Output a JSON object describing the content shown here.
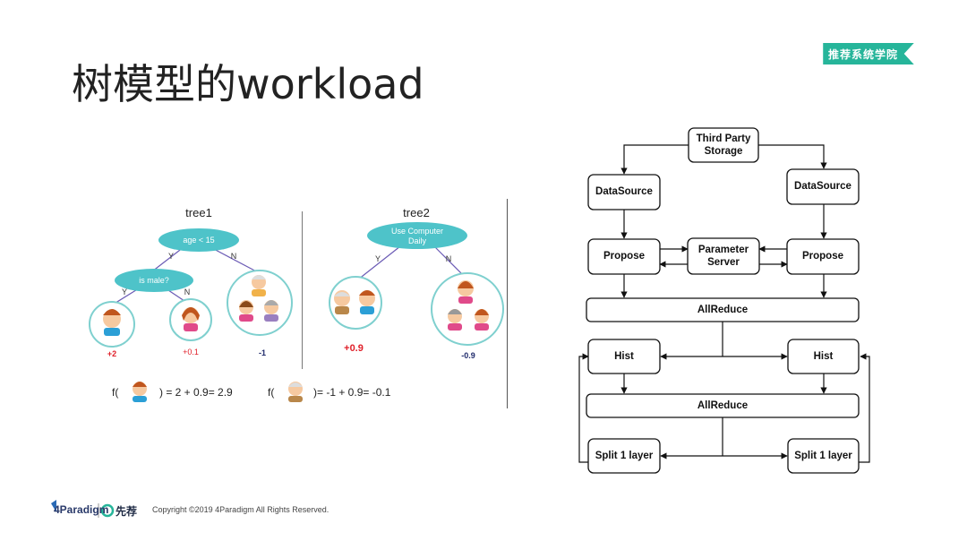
{
  "slide": {
    "title": "树模型的workload",
    "badge": "推荐系统学院"
  },
  "trees": {
    "tree1": {
      "title": "tree1",
      "root": "age < 15",
      "child": "is male?",
      "yes": "Y",
      "no": "N",
      "leaf_values": [
        "+2",
        "+0.1",
        "-1"
      ]
    },
    "tree2": {
      "title": "tree2",
      "root_line1": "Use Computer",
      "root_line2": "Daily",
      "yes": "Y",
      "no": "N",
      "leaf_values": [
        "+0.9",
        "-0.9"
      ]
    },
    "formulas": {
      "f1_prefix": "f(",
      "f1_result": ") = 2 + 0.9= 2.9",
      "f2_prefix": "f(",
      "f2_result": ")= -1 + 0.9= -0.1"
    }
  },
  "flow": {
    "storage_line1": "Third Party",
    "storage_line2": "Storage",
    "datasource_left": "DataSource",
    "datasource_right": "DataSource",
    "propose_left": "Propose",
    "propose_right": "Propose",
    "ps_line1": "Parameter",
    "ps_line2": "Server",
    "allreduce1": "AllReduce",
    "hist_left": "Hist",
    "hist_right": "Hist",
    "allreduce2": "AllReduce",
    "split_left": "Split 1 layer",
    "split_right": "Split 1 layer"
  },
  "footer": {
    "logo1": "4Paradigm",
    "logo2": "先荐",
    "copyright": "Copyright ©2019 4Paradigm All Rights Reserved."
  },
  "colors": {
    "teal": "#4ec3c9",
    "teal_dark": "#2aa6ad",
    "badge": "#26b59a",
    "red": "#e0202a",
    "navy": "#1f2a6b",
    "edge": "#6b5bb5"
  }
}
